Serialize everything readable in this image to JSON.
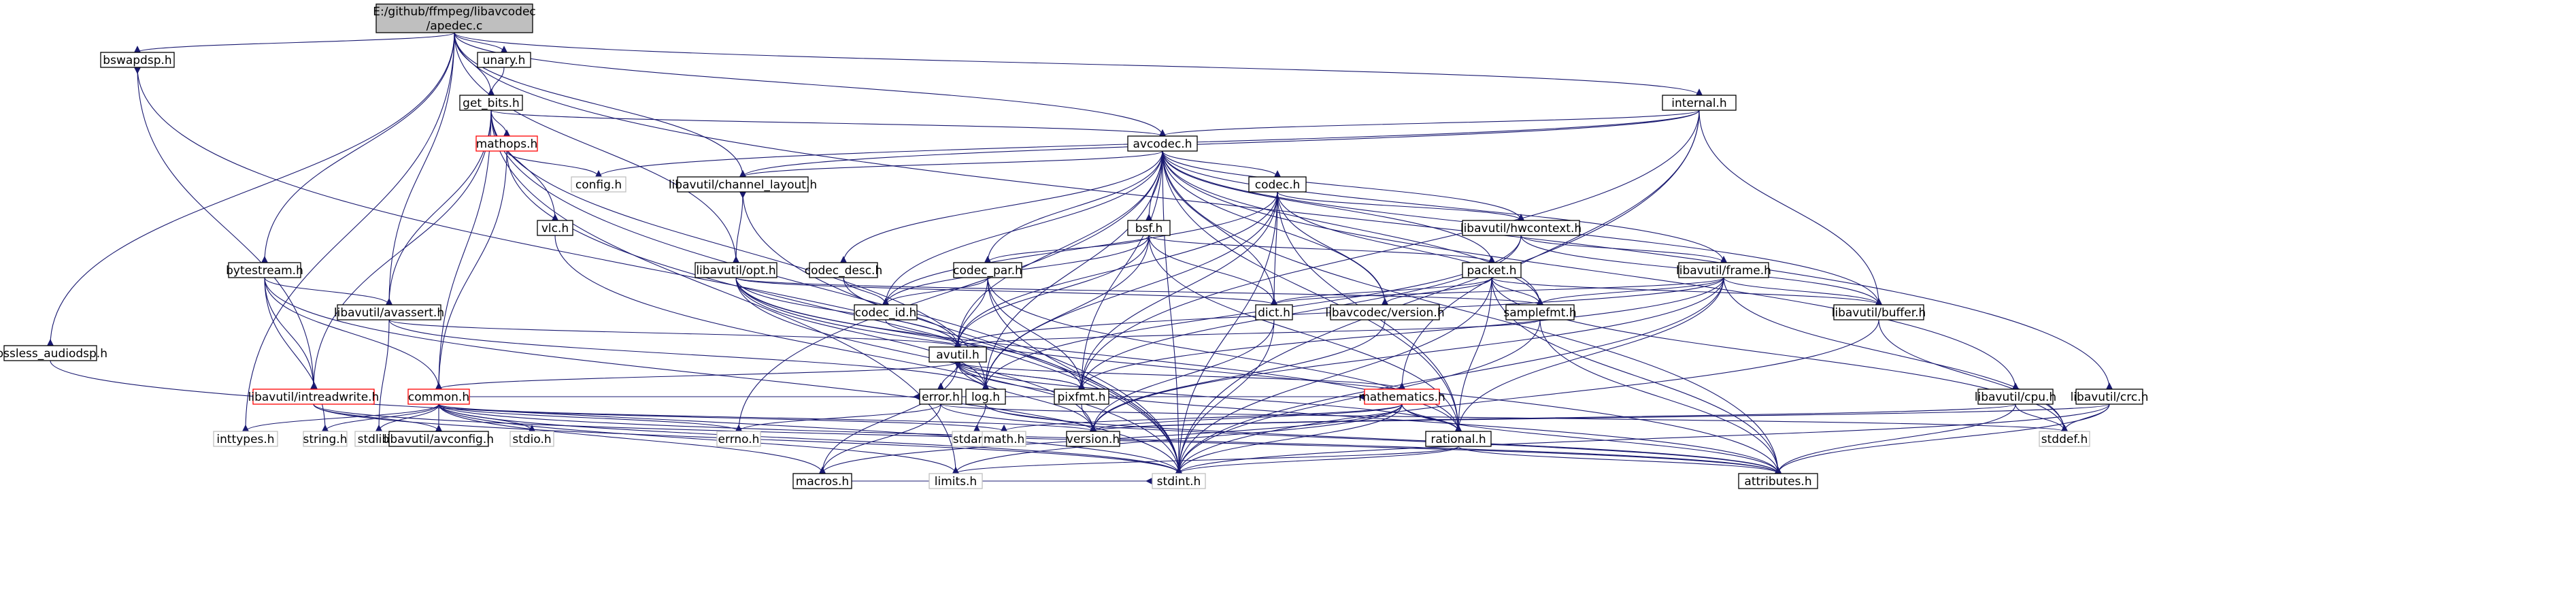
{
  "nodes": [
    {
      "id": "apedec",
      "lines": [
        "E:/github/ffmpeg/libavcodec",
        "/apedec.c"
      ],
      "style": "root"
    },
    {
      "id": "bswapdsp",
      "lines": [
        "bswapdsp.h"
      ]
    },
    {
      "id": "unary",
      "lines": [
        "unary.h"
      ]
    },
    {
      "id": "get_bits",
      "lines": [
        "get_bits.h"
      ]
    },
    {
      "id": "internal",
      "lines": [
        "internal.h"
      ]
    },
    {
      "id": "avcodec",
      "lines": [
        "avcodec.h"
      ]
    },
    {
      "id": "mathops",
      "lines": [
        "mathops.h"
      ],
      "style": "red"
    },
    {
      "id": "config",
      "lines": [
        "config.h"
      ],
      "style": "gray"
    },
    {
      "id": "channel_layout",
      "lines": [
        "libavutil/channel_layout.h"
      ]
    },
    {
      "id": "codec",
      "lines": [
        "codec.h"
      ]
    },
    {
      "id": "vlc",
      "lines": [
        "vlc.h"
      ]
    },
    {
      "id": "bsf",
      "lines": [
        "bsf.h"
      ]
    },
    {
      "id": "hwcontext",
      "lines": [
        "libavutil/hwcontext.h"
      ]
    },
    {
      "id": "bytestream",
      "lines": [
        "bytestream.h"
      ]
    },
    {
      "id": "opt",
      "lines": [
        "libavutil/opt.h"
      ]
    },
    {
      "id": "codec_desc",
      "lines": [
        "codec_desc.h"
      ]
    },
    {
      "id": "codec_par",
      "lines": [
        "codec_par.h"
      ]
    },
    {
      "id": "packet",
      "lines": [
        "packet.h"
      ]
    },
    {
      "id": "frame",
      "lines": [
        "libavutil/frame.h"
      ]
    },
    {
      "id": "avassert",
      "lines": [
        "libavutil/avassert.h"
      ]
    },
    {
      "id": "codec_id",
      "lines": [
        "codec_id.h"
      ]
    },
    {
      "id": "dict",
      "lines": [
        "dict.h"
      ]
    },
    {
      "id": "avcodec_version",
      "lines": [
        "libavcodec/version.h"
      ]
    },
    {
      "id": "samplefmt",
      "lines": [
        "samplefmt.h"
      ]
    },
    {
      "id": "buffer",
      "lines": [
        "libavutil/buffer.h"
      ]
    },
    {
      "id": "lossless_audiodsp",
      "lines": [
        "lossless_audiodsp.h"
      ]
    },
    {
      "id": "avutil",
      "lines": [
        "avutil.h"
      ]
    },
    {
      "id": "intreadwrite",
      "lines": [
        "libavutil/intreadwrite.h"
      ],
      "style": "red"
    },
    {
      "id": "common",
      "lines": [
        "common.h"
      ],
      "style": "red"
    },
    {
      "id": "error",
      "lines": [
        "error.h"
      ]
    },
    {
      "id": "log",
      "lines": [
        "log.h"
      ]
    },
    {
      "id": "pixfmt",
      "lines": [
        "pixfmt.h"
      ]
    },
    {
      "id": "mathematics",
      "lines": [
        "mathematics.h"
      ],
      "style": "red"
    },
    {
      "id": "cpu",
      "lines": [
        "libavutil/cpu.h"
      ]
    },
    {
      "id": "crc",
      "lines": [
        "libavutil/crc.h"
      ]
    },
    {
      "id": "inttypes",
      "lines": [
        "inttypes.h"
      ],
      "style": "gray"
    },
    {
      "id": "string",
      "lines": [
        "string.h"
      ],
      "style": "gray"
    },
    {
      "id": "stdlib",
      "lines": [
        "stdlib.h"
      ],
      "style": "gray"
    },
    {
      "id": "avconfig",
      "lines": [
        "libavutil/avconfig.h"
      ]
    },
    {
      "id": "stdio",
      "lines": [
        "stdio.h"
      ],
      "style": "gray"
    },
    {
      "id": "errno",
      "lines": [
        "errno.h"
      ],
      "style": "gray"
    },
    {
      "id": "stdarg",
      "lines": [
        "stdarg.h"
      ],
      "style": "gray"
    },
    {
      "id": "math",
      "lines": [
        "math.h"
      ],
      "style": "gray"
    },
    {
      "id": "version",
      "lines": [
        "version.h"
      ]
    },
    {
      "id": "rational",
      "lines": [
        "rational.h"
      ]
    },
    {
      "id": "stddef",
      "lines": [
        "stddef.h"
      ],
      "style": "gray"
    },
    {
      "id": "macros",
      "lines": [
        "macros.h"
      ]
    },
    {
      "id": "limits",
      "lines": [
        "limits.h"
      ],
      "style": "gray"
    },
    {
      "id": "stdint",
      "lines": [
        "stdint.h"
      ],
      "style": "gray"
    },
    {
      "id": "attributes",
      "lines": [
        "attributes.h"
      ]
    }
  ],
  "edges": [
    [
      "apedec",
      "bswapdsp"
    ],
    [
      "apedec",
      "unary"
    ],
    [
      "apedec",
      "get_bits"
    ],
    [
      "apedec",
      "internal"
    ],
    [
      "apedec",
      "avcodec"
    ],
    [
      "apedec",
      "channel_layout"
    ],
    [
      "apedec",
      "bytestream"
    ],
    [
      "apedec",
      "opt"
    ],
    [
      "apedec",
      "avassert"
    ],
    [
      "apedec",
      "lossless_audiodsp"
    ],
    [
      "apedec",
      "inttypes"
    ],
    [
      "apedec",
      "crc"
    ],
    [
      "bswapdsp",
      "stdint"
    ],
    [
      "unary",
      "get_bits"
    ],
    [
      "get_bits",
      "avcodec"
    ],
    [
      "get_bits",
      "mathops"
    ],
    [
      "get_bits",
      "vlc"
    ],
    [
      "get_bits",
      "avassert"
    ],
    [
      "get_bits",
      "common"
    ],
    [
      "get_bits",
      "intreadwrite"
    ],
    [
      "get_bits",
      "log"
    ],
    [
      "get_bits",
      "stdint"
    ],
    [
      "get_bits",
      "limits"
    ],
    [
      "internal",
      "avcodec"
    ],
    [
      "internal",
      "config"
    ],
    [
      "internal",
      "channel_layout"
    ],
    [
      "internal",
      "buffer"
    ],
    [
      "internal",
      "mathematics"
    ],
    [
      "internal",
      "pixfmt"
    ],
    [
      "internal",
      "stdint"
    ],
    [
      "mathops",
      "config"
    ],
    [
      "mathops",
      "common"
    ],
    [
      "mathops",
      "stdint"
    ],
    [
      "avcodec",
      "codec"
    ],
    [
      "avcodec",
      "bsf"
    ],
    [
      "avcodec",
      "hwcontext"
    ],
    [
      "avcodec",
      "codec_desc"
    ],
    [
      "avcodec",
      "codec_par"
    ],
    [
      "avcodec",
      "packet"
    ],
    [
      "avcodec",
      "frame"
    ],
    [
      "avcodec",
      "codec_id"
    ],
    [
      "avcodec",
      "dict"
    ],
    [
      "avcodec",
      "avcodec_version"
    ],
    [
      "avcodec",
      "samplefmt"
    ],
    [
      "avcodec",
      "buffer"
    ],
    [
      "avcodec",
      "avutil"
    ],
    [
      "avcodec",
      "log"
    ],
    [
      "avcodec",
      "pixfmt"
    ],
    [
      "avcodec",
      "rational"
    ],
    [
      "avcodec",
      "attributes"
    ],
    [
      "avcodec",
      "errno"
    ],
    [
      "avcodec",
      "channel_layout"
    ],
    [
      "avcodec",
      "cpu"
    ],
    [
      "avcodec",
      "stdint"
    ],
    [
      "channel_layout",
      "stdint"
    ],
    [
      "codec",
      "codec_id"
    ],
    [
      "codec",
      "avutil"
    ],
    [
      "codec",
      "hwcontext"
    ],
    [
      "codec",
      "log"
    ],
    [
      "codec",
      "pixfmt"
    ],
    [
      "codec",
      "rational"
    ],
    [
      "codec",
      "samplefmt"
    ],
    [
      "codec",
      "avcodec_version"
    ],
    [
      "codec",
      "dict"
    ],
    [
      "codec",
      "stdint"
    ],
    [
      "vlc",
      "stdint"
    ],
    [
      "bsf",
      "codec_id"
    ],
    [
      "bsf",
      "codec_par"
    ],
    [
      "bsf",
      "packet"
    ],
    [
      "bsf",
      "avutil"
    ],
    [
      "bsf",
      "dict"
    ],
    [
      "bsf",
      "log"
    ],
    [
      "bsf",
      "rational"
    ],
    [
      "hwcontext",
      "buffer"
    ],
    [
      "hwcontext",
      "frame"
    ],
    [
      "hwcontext",
      "log"
    ],
    [
      "hwcontext",
      "pixfmt"
    ],
    [
      "bytestream",
      "avassert"
    ],
    [
      "bytestream",
      "common"
    ],
    [
      "bytestream",
      "intreadwrite"
    ],
    [
      "bytestream",
      "string"
    ],
    [
      "bytestream",
      "stdint"
    ],
    [
      "opt",
      "avutil"
    ],
    [
      "opt",
      "dict"
    ],
    [
      "opt",
      "log"
    ],
    [
      "opt",
      "pixfmt"
    ],
    [
      "opt",
      "rational"
    ],
    [
      "opt",
      "samplefmt"
    ],
    [
      "opt",
      "version"
    ],
    [
      "opt",
      "attributes"
    ],
    [
      "opt",
      "channel_layout"
    ],
    [
      "codec_desc",
      "codec_id"
    ],
    [
      "codec_desc",
      "avutil"
    ],
    [
      "codec_par",
      "codec_id"
    ],
    [
      "codec_par",
      "avutil"
    ],
    [
      "codec_par",
      "pixfmt"
    ],
    [
      "codec_par",
      "rational"
    ],
    [
      "codec_par",
      "stdint"
    ],
    [
      "packet",
      "buffer"
    ],
    [
      "packet",
      "attributes"
    ],
    [
      "packet",
      "dict"
    ],
    [
      "packet",
      "rational"
    ],
    [
      "packet",
      "avcodec_version"
    ],
    [
      "packet",
      "stdint"
    ],
    [
      "packet",
      "stddef"
    ],
    [
      "packet",
      "samplefmt"
    ],
    [
      "frame",
      "avutil"
    ],
    [
      "frame",
      "buffer"
    ],
    [
      "frame",
      "dict"
    ],
    [
      "frame",
      "rational"
    ],
    [
      "frame",
      "samplefmt"
    ],
    [
      "frame",
      "pixfmt"
    ],
    [
      "frame",
      "version"
    ],
    [
      "frame",
      "stdint"
    ],
    [
      "frame",
      "stddef"
    ],
    [
      "avassert",
      "avutil"
    ],
    [
      "avassert",
      "log"
    ],
    [
      "avassert",
      "stdlib"
    ],
    [
      "codec_id",
      "avutil"
    ],
    [
      "dict",
      "stdint"
    ],
    [
      "dict",
      "version"
    ],
    [
      "avcodec_version",
      "version"
    ],
    [
      "samplefmt",
      "avutil"
    ],
    [
      "samplefmt",
      "attributes"
    ],
    [
      "samplefmt",
      "stdint"
    ],
    [
      "buffer",
      "stdint"
    ],
    [
      "buffer",
      "stddef"
    ],
    [
      "lossless_audiodsp",
      "stdint"
    ],
    [
      "avutil",
      "common"
    ],
    [
      "avutil",
      "error"
    ],
    [
      "avutil",
      "rational"
    ],
    [
      "avutil",
      "version"
    ],
    [
      "avutil",
      "macros"
    ],
    [
      "avutil",
      "mathematics"
    ],
    [
      "avutil",
      "log"
    ],
    [
      "avutil",
      "pixfmt"
    ],
    [
      "avutil",
      "attributes"
    ],
    [
      "intreadwrite",
      "avconfig"
    ],
    [
      "intreadwrite",
      "attributes"
    ],
    [
      "intreadwrite",
      "stdint"
    ],
    [
      "intreadwrite",
      "bswapdsp"
    ],
    [
      "common",
      "inttypes"
    ],
    [
      "common",
      "string"
    ],
    [
      "common",
      "stdlib"
    ],
    [
      "common",
      "avconfig"
    ],
    [
      "common",
      "stdio"
    ],
    [
      "common",
      "errno"
    ],
    [
      "common",
      "math"
    ],
    [
      "common",
      "attributes"
    ],
    [
      "common",
      "macros"
    ],
    [
      "common",
      "version"
    ],
    [
      "common",
      "stdint"
    ],
    [
      "common",
      "limits"
    ],
    [
      "common",
      "mathematics"
    ],
    [
      "common",
      "error"
    ],
    [
      "error",
      "errno"
    ],
    [
      "error",
      "stddef"
    ],
    [
      "error",
      "attributes"
    ],
    [
      "error",
      "macros"
    ],
    [
      "log",
      "avutil"
    ],
    [
      "log",
      "attributes"
    ],
    [
      "log",
      "version"
    ],
    [
      "log",
      "stdarg"
    ],
    [
      "pixfmt",
      "avutil"
    ],
    [
      "pixfmt",
      "version"
    ],
    [
      "mathematics",
      "math"
    ],
    [
      "mathematics",
      "rational"
    ],
    [
      "mathematics",
      "attributes"
    ],
    [
      "mathematics",
      "stdint"
    ],
    [
      "mathematics",
      "limits"
    ],
    [
      "mathematics",
      "macros"
    ],
    [
      "mathematics",
      "version"
    ],
    [
      "cpu",
      "attributes"
    ],
    [
      "cpu",
      "version"
    ],
    [
      "cpu",
      "stddef"
    ],
    [
      "crc",
      "attributes"
    ],
    [
      "crc",
      "stdint"
    ],
    [
      "crc",
      "stddef"
    ],
    [
      "crc",
      "version"
    ],
    [
      "rational",
      "attributes"
    ],
    [
      "rational",
      "stdint"
    ],
    [
      "rational",
      "limits"
    ],
    [
      "macros",
      "stdint"
    ]
  ]
}
